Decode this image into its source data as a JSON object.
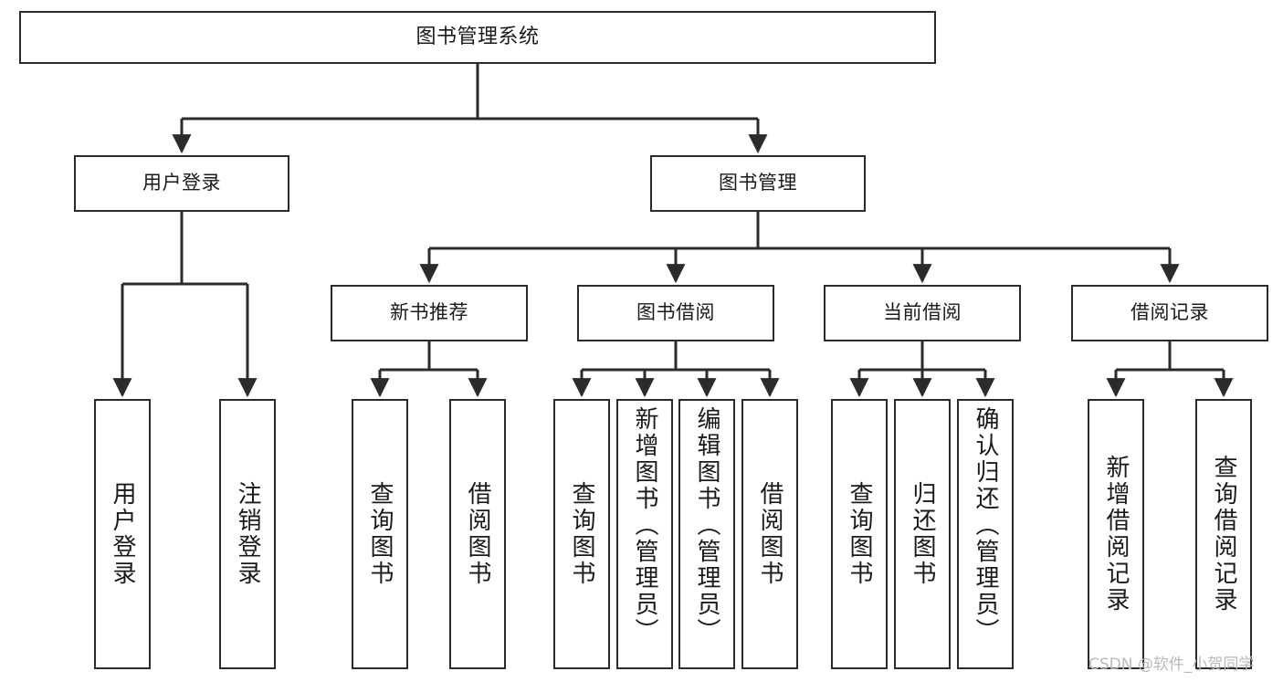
{
  "diagram": {
    "type": "tree-hierarchy-chart",
    "title": "图书管理系统",
    "orientation": "top-down",
    "edge_color": "#2b2b2b",
    "node_border_color": "#2b2b2b",
    "node_fill_color": "#ffffff",
    "background_color": "#ffffff"
  },
  "nodes": {
    "root": {
      "label": "图书管理系统"
    },
    "level2": [
      {
        "id": "user_login",
        "label": "用户登录"
      },
      {
        "id": "book_manage",
        "label": "图书管理"
      }
    ],
    "level3": [
      {
        "id": "new_book_rec",
        "label": "新书推荐"
      },
      {
        "id": "book_borrow",
        "label": "图书借阅"
      },
      {
        "id": "current_borrow",
        "label": "当前借阅"
      },
      {
        "id": "borrow_record",
        "label": "借阅记录"
      }
    ],
    "leaves": {
      "user_login": [
        {
          "id": "leaf_user_login",
          "label": "用户登录"
        },
        {
          "id": "leaf_logout",
          "label": "注销登录"
        }
      ],
      "new_book_rec": [
        {
          "id": "leaf_query_book_1",
          "label": "查询图书"
        },
        {
          "id": "leaf_borrow_book_1",
          "label": "借阅图书"
        }
      ],
      "book_borrow": [
        {
          "id": "leaf_query_book_2",
          "label": "查询图书"
        },
        {
          "id": "leaf_add_book",
          "label": "新增图书（管理员）"
        },
        {
          "id": "leaf_edit_book",
          "label": "编辑图书（管理员）"
        },
        {
          "id": "leaf_borrow_book_2",
          "label": "借阅图书"
        }
      ],
      "current_borrow": [
        {
          "id": "leaf_query_book_3",
          "label": "查询图书"
        },
        {
          "id": "leaf_return_book",
          "label": "归还图书"
        },
        {
          "id": "leaf_confirm_return",
          "label": "确认归还（管理员）"
        }
      ],
      "borrow_record": [
        {
          "id": "leaf_add_record",
          "label": "新增借阅记录"
        },
        {
          "id": "leaf_query_record",
          "label": "查询借阅记录"
        }
      ]
    }
  },
  "watermark": {
    "text": "CSDN @软件_小贺同学",
    "color": "#b9b9b9"
  }
}
